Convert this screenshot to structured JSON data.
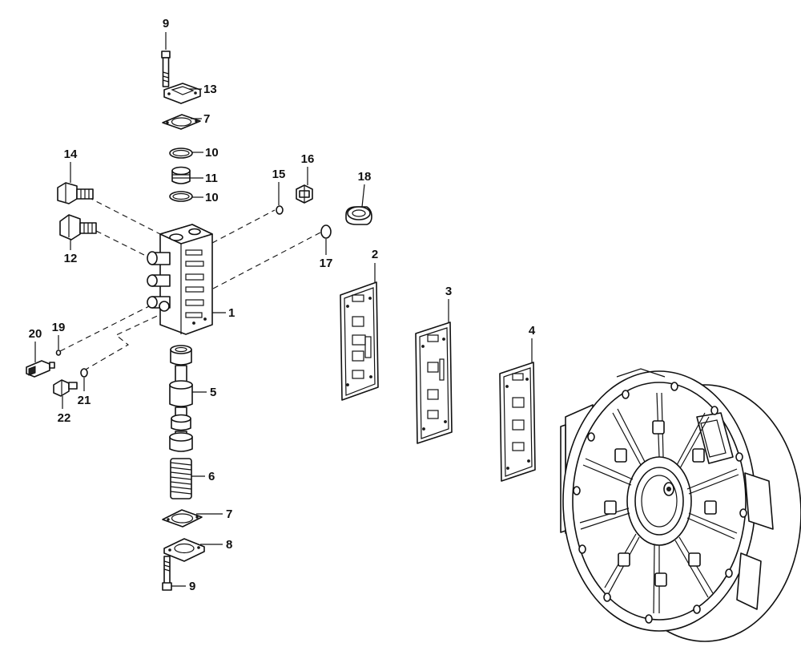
{
  "callouts": {
    "c9_top": "9",
    "c13": "13",
    "c7_top": "7",
    "c10_a": "10",
    "c11": "11",
    "c10_b": "10",
    "c14": "14",
    "c12": "12",
    "c15": "15",
    "c16": "16",
    "c18": "18",
    "c17": "17",
    "c2": "2",
    "c3": "3",
    "c4": "4",
    "c1": "1",
    "c20": "20",
    "c19": "19",
    "c5": "5",
    "c21": "21",
    "c22": "22",
    "c6": "6",
    "c7_bot": "7",
    "c8": "8",
    "c9_bot": "9"
  }
}
